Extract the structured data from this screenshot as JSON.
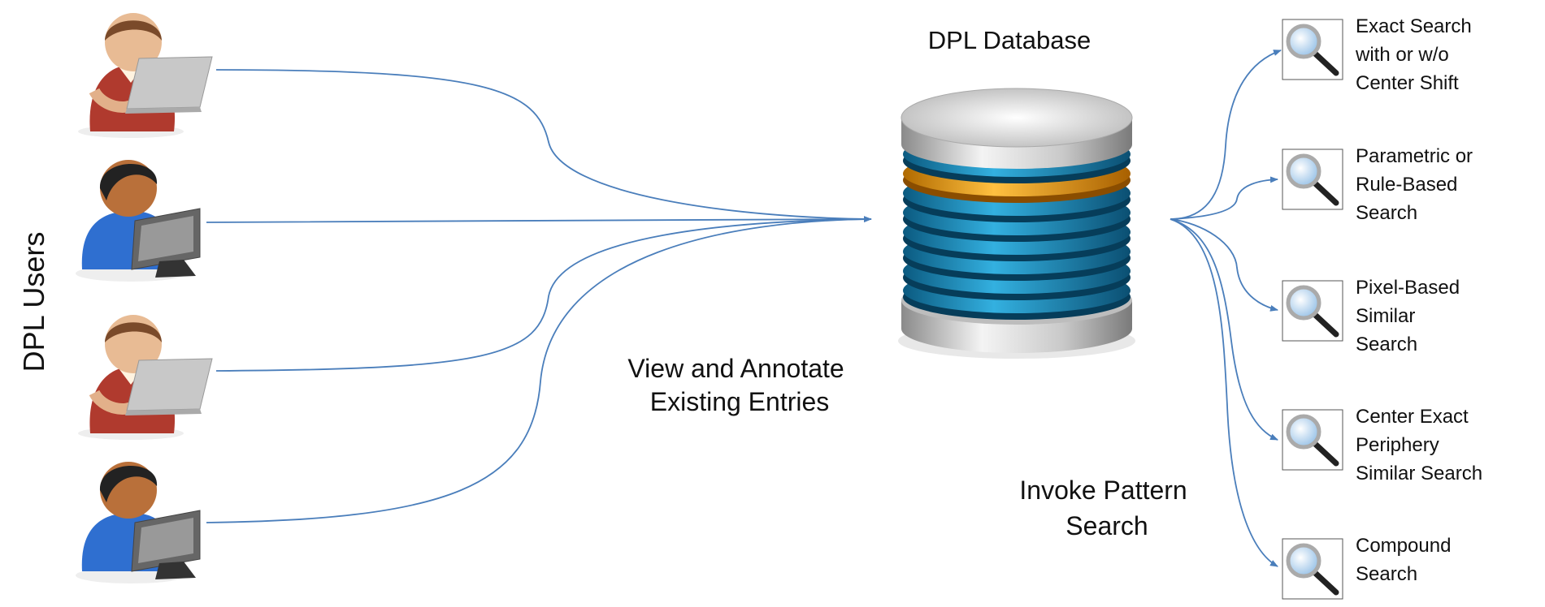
{
  "users_label": "DPL Users",
  "database_label": "DPL Database",
  "view_label": [
    "View and Annotate",
    "Existing Entries"
  ],
  "invoke_label": [
    "Invoke Pattern",
    "Search"
  ],
  "users": [
    {
      "type": "female-laptop-user-icon"
    },
    {
      "type": "male-desktop-user-icon"
    },
    {
      "type": "female-laptop-user-icon"
    },
    {
      "type": "male-desktop-user-icon"
    }
  ],
  "searches": [
    {
      "lines": [
        "Exact Search",
        "with or w/o",
        "Center Shift"
      ]
    },
    {
      "lines": [
        "Parametric or",
        "Rule-Based",
        "Search"
      ]
    },
    {
      "lines": [
        "Pixel-Based",
        "Similar",
        "Search"
      ]
    },
    {
      "lines": [
        "Center Exact",
        "Periphery",
        "Similar Search"
      ]
    },
    {
      "lines": [
        "Compound",
        "Search"
      ]
    }
  ],
  "colors": {
    "connector": "#4a7ebb",
    "db_blue": "#1f8fc0",
    "db_orange": "#f0a020"
  }
}
